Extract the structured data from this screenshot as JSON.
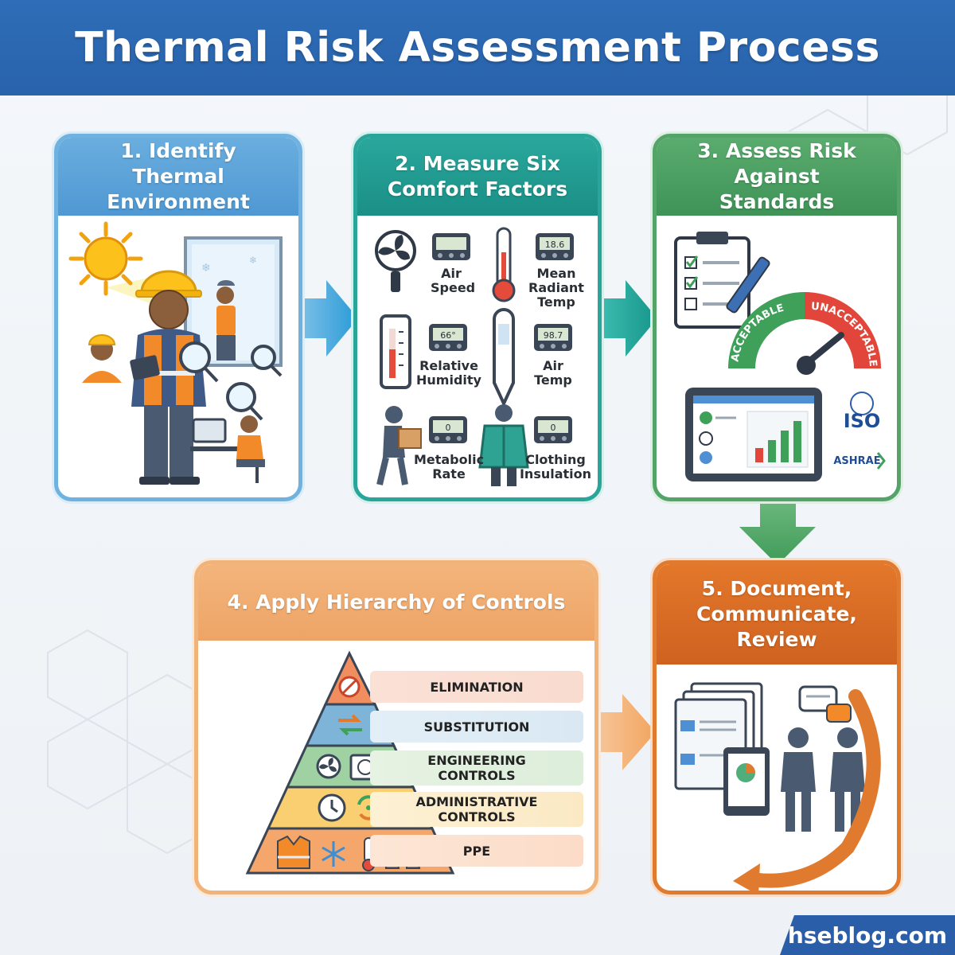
{
  "title": "Thermal Risk Assessment Process",
  "steps": [
    {
      "label": "1. Identify Thermal Environment"
    },
    {
      "label": "2. Measure Six Comfort Factors"
    },
    {
      "label": "3. Assess Risk Against Standards"
    },
    {
      "label": "4. Apply Hierarchy of Controls"
    },
    {
      "label": "5. Document, Communicate, Review"
    }
  ],
  "factors": [
    {
      "name": "Air Speed",
      "reading": ""
    },
    {
      "name": "Mean Radiant Temp",
      "reading": "18.6"
    },
    {
      "name": "Relative Humidity",
      "reading": "66°"
    },
    {
      "name": "Air Temp",
      "reading": "98.7"
    },
    {
      "name": "Metabolic Rate",
      "reading": "0"
    },
    {
      "name": "Clothing Insulation",
      "reading": "0"
    }
  ],
  "gauge": {
    "acceptable": "ACCEPTABLE",
    "unacceptable": "UNACCEPTABLE"
  },
  "standards": {
    "iso": "ISO",
    "ashrae": "ASHRAE"
  },
  "controls": [
    "ELIMINATION",
    "SUBSTITUTION",
    "ENGINEERING CONTROLS",
    "ADMINISTRATIVE CONTROLS",
    "PPE"
  ],
  "brand": "hseblog.com",
  "colors": {
    "step1": "#4f98d3",
    "step2": "#1a8f86",
    "step3": "#3f9357",
    "step4": "#eea466",
    "step5": "#cf6220"
  }
}
